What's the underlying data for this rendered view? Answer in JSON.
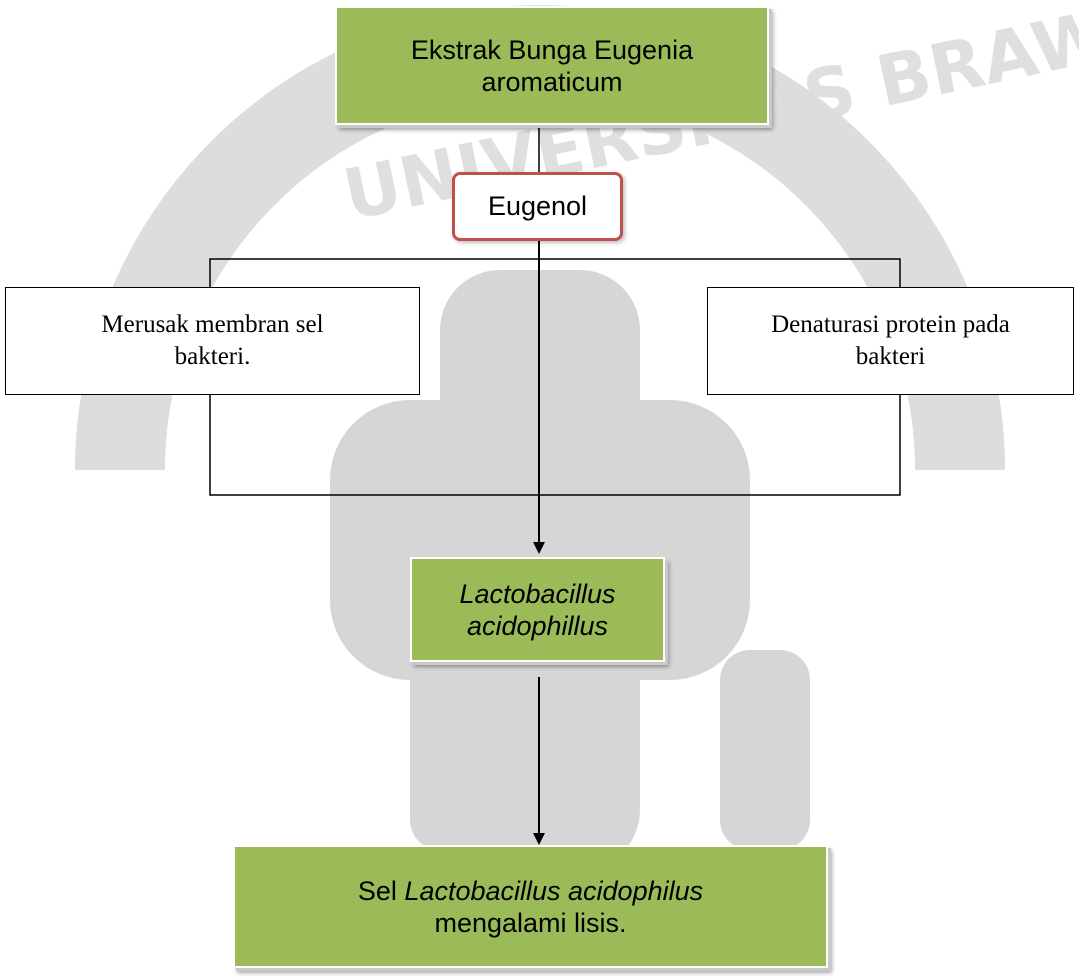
{
  "diagram": {
    "watermark_text": "UNIVERSITAS BRAWIJAYA",
    "nodes": {
      "extract": {
        "line1": "Ekstrak Bunga Eugenia",
        "line2": "aromaticum"
      },
      "compound": {
        "label": "Eugenol"
      },
      "mechanism_left": {
        "line1": "Merusak membran sel",
        "line2": "bakteri."
      },
      "mechanism_right": {
        "line1": "Denaturasi protein pada",
        "line2": "bakteri"
      },
      "bacteria": {
        "line1": "Lactobacillus",
        "line2": "acidophillus"
      },
      "result": {
        "prefix": "Sel ",
        "species": "Lactobacillus acidophilus",
        "line2": "mengalami lisis."
      }
    },
    "colors": {
      "green_fill": "#9bbb59",
      "red_border": "#c0504d",
      "watermark": "#d8d8d8"
    }
  }
}
